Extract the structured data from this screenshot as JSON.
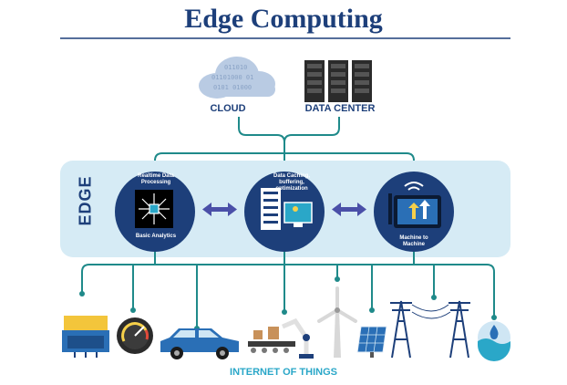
{
  "title": "Edge Computing",
  "top": {
    "cloud_label": "CLOUD",
    "data_center_label": "DATA CENTER",
    "cloud_binary": [
      "011010",
      "01101000 01",
      "0101 01000"
    ]
  },
  "edge": {
    "label": "EDGE",
    "nodes": [
      {
        "top_text": "Realtime Data Processing",
        "bottom_text": "Basic Analytics"
      },
      {
        "top_text": "Data Caching, buffering, optimization",
        "bottom_text": ""
      },
      {
        "top_text": "",
        "bottom_text": "Machine to Machine"
      }
    ]
  },
  "iot_label": "INTERNET OF THINGS",
  "colors": {
    "title": "#1d3f7a",
    "line": "#1f8a8a",
    "edge_band": "#d6ebf5",
    "node": "#1d3f7a",
    "arrow": "#4a4fa8",
    "iot": "#2aa7c8"
  }
}
